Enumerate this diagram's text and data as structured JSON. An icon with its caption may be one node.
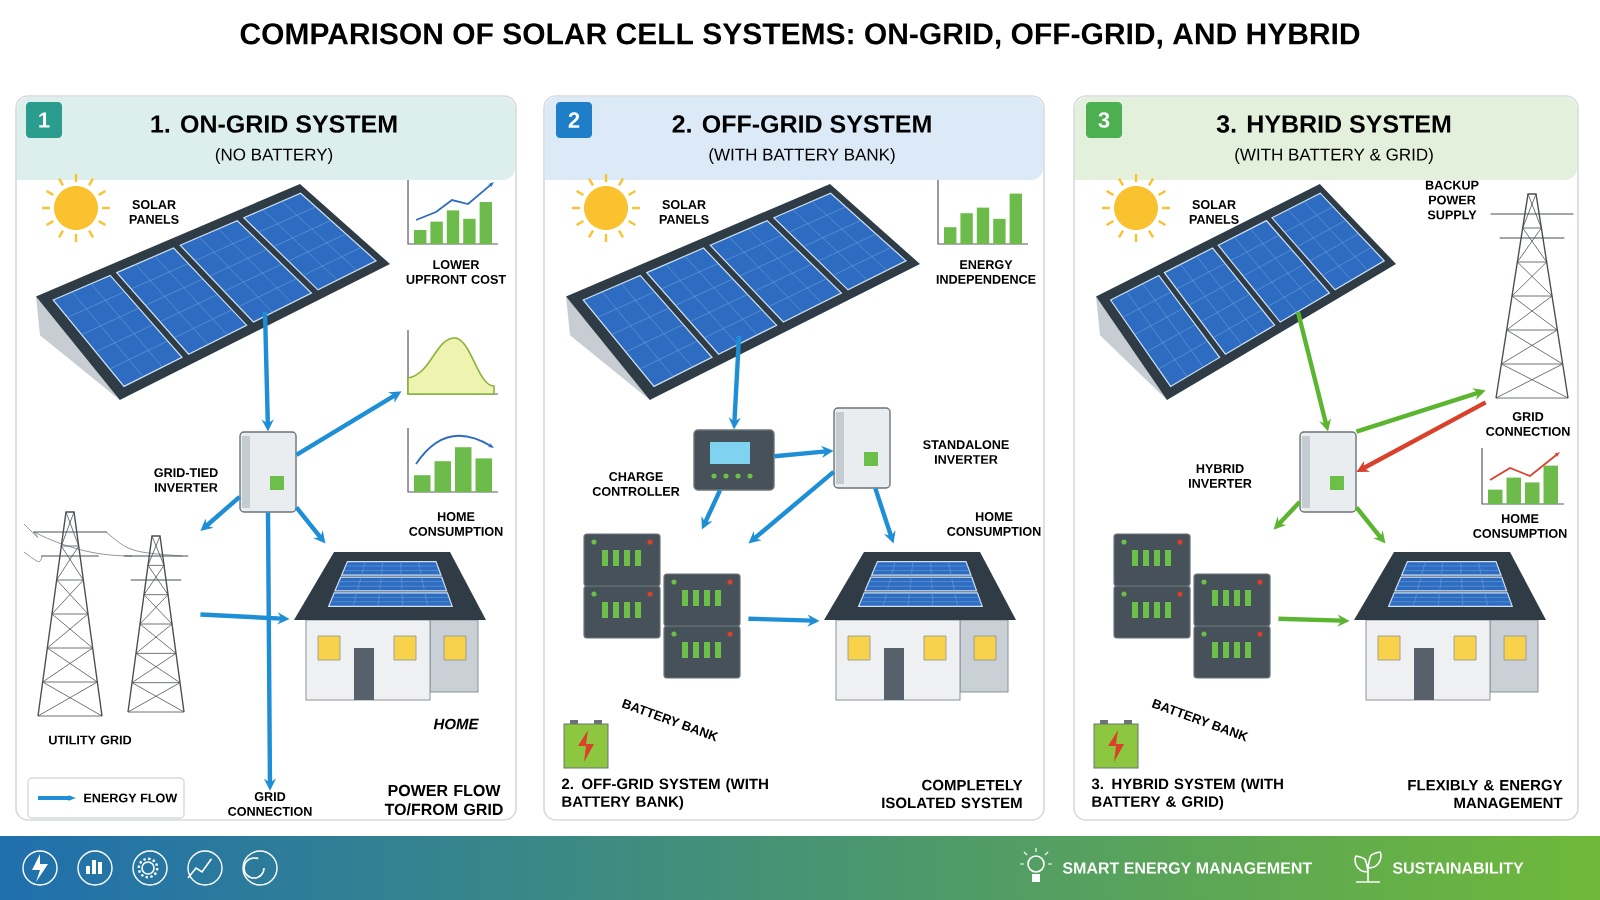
{
  "diagram": {
    "title": "COMPARISON OF SOLAR CELL SYSTEMS: ON-GRID, OFF-GRID, AND HYBRID",
    "nodes": [
      {
        "text": [
          "1. ON-GRID SYSTEM",
          "(NO BATTERY)"
        ]
      },
      {
        "text": [
          "1"
        ],
        "in": 0
      },
      {
        "text": [],
        "shape": "picture",
        "in": 0,
        "beside": [
          "SOLAR PANELS"
        ]
      },
      {
        "text": [],
        "shape": "picture",
        "in": 0,
        "beside": [
          "LOWER UPFRONT COST"
        ]
      },
      {
        "text": [],
        "shape": "picture",
        "in": 0
      },
      {
        "text": [],
        "shape": "picture",
        "in": 0,
        "beside": [
          "GRID-TIED INVERTER"
        ]
      },
      {
        "text": [],
        "shape": "picture",
        "in": 0,
        "beside": [
          "HOME CONSUMPTION"
        ]
      },
      {
        "text": [],
        "shape": "picture",
        "in": 0,
        "beside": [
          "UTILITY GRID"
        ]
      },
      {
        "text": [],
        "shape": "picture",
        "in": 0,
        "beside": [
          "HOME"
        ]
      },
      {
        "text": [
          "2. OFF-GRID SYSTEM",
          "(WITH BATTERY BANK)"
        ]
      },
      {
        "text": [
          "2"
        ],
        "in": 9
      },
      {
        "text": [],
        "shape": "picture",
        "in": 9,
        "beside": [
          "SOLAR PANELS"
        ]
      },
      {
        "text": [],
        "shape": "picture",
        "in": 9,
        "beside": [
          "ENERGY INDEPENDENCE"
        ]
      },
      {
        "text": [],
        "shape": "picture",
        "in": 9,
        "beside": [
          "STANDALONE INVERTER"
        ]
      },
      {
        "text": [],
        "shape": "picture",
        "in": 9,
        "beside": [
          "CHARGE CONTROLLER"
        ]
      },
      {
        "text": [],
        "shape": "picture",
        "in": 9,
        "beside": [
          "BATTERY BANK"
        ]
      },
      {
        "text": [],
        "shape": "picture",
        "in": 9,
        "beside": [
          "HOME CONSUMPTION"
        ]
      },
      {
        "text": [
          "3. HYBRID SYSTEM",
          "(WITH BATTERY & GRID)"
        ]
      },
      {
        "text": [
          "3"
        ],
        "in": 17
      },
      {
        "text": [],
        "shape": "picture",
        "in": 17,
        "beside": [
          "SOLAR PANELS"
        ]
      },
      {
        "text": [],
        "shape": "picture",
        "in": 17,
        "beside": [
          "BACKUP POWER SUPPLY"
        ]
      },
      {
        "text": [],
        "shape": "picture",
        "in": 17,
        "beside": [
          "HYBRID INVERTER"
        ]
      },
      {
        "text": [],
        "shape": "picture",
        "in": 17,
        "beside": [
          "HOME CONSUMPTION"
        ]
      },
      {
        "text": [],
        "shape": "picture",
        "in": 17,
        "beside": [
          "BATTERY BANK"
        ]
      },
      {
        "text": [],
        "shape": "picture",
        "in": 17
      },
      {
        "text": [
          "SMART ENERGY MANAGEMENT",
          "SUSTAINABILITY"
        ]
      },
      {
        "text": [
          "GRID CONNECTION"
        ],
        "in": 0
      }
    ],
    "edges": [
      {
        "from": 2,
        "to": 5,
        "arrow": "to"
      },
      {
        "from": 5,
        "to": 4,
        "arrow": "to"
      },
      {
        "from": 5,
        "to": 8,
        "arrow": "to"
      },
      {
        "from": 5,
        "to": 7,
        "arrow": "to"
      },
      {
        "from": 7,
        "to": 8,
        "arrow": "to"
      },
      {
        "from": 11,
        "to": 14,
        "arrow": "to"
      },
      {
        "from": 14,
        "to": 13,
        "arrow": "to"
      },
      {
        "from": 14,
        "to": 15,
        "arrow": "to"
      },
      {
        "from": 13,
        "to": 15,
        "arrow": "to"
      },
      {
        "from": 13,
        "to": 16,
        "arrow": "to"
      },
      {
        "from": 15,
        "to": 16,
        "arrow": "to"
      },
      {
        "from": 19,
        "to": 21,
        "arrow": "to",
        "color": "#5cb531"
      },
      {
        "from": 21,
        "to": 20,
        "arrow": "to",
        "color": "#5cb531"
      },
      {
        "from": 20,
        "to": 21,
        "arrow": "to",
        "color": "#d9412b"
      },
      {
        "from": 21,
        "to": 23,
        "arrow": "to",
        "color": "#5cb531"
      },
      {
        "from": 21,
        "to": 24,
        "arrow": "to",
        "color": "#5cb531"
      },
      {
        "from": 23,
        "to": 24,
        "arrow": "to",
        "color": "#5cb531"
      },
      {
        "from": 5,
        "to": 26,
        "arrow": "to"
      }
    ],
    "labels": [
      "POWER FLOW TO/FROM GRID",
      "2. OFF-GRID SYSTEM (WITH BATTERY BANK)",
      "COMPLETELY ISOLATED SYSTEM",
      "GRID CONNECTION",
      "3. HYBRID SYSTEM (WITH BATTERY & GRID)",
      "FLEXIBLY & ENERGY MANAGEMENT"
    ],
    "legend": [
      {
        "text": "ENERGY FLOW"
      }
    ]
  }
}
